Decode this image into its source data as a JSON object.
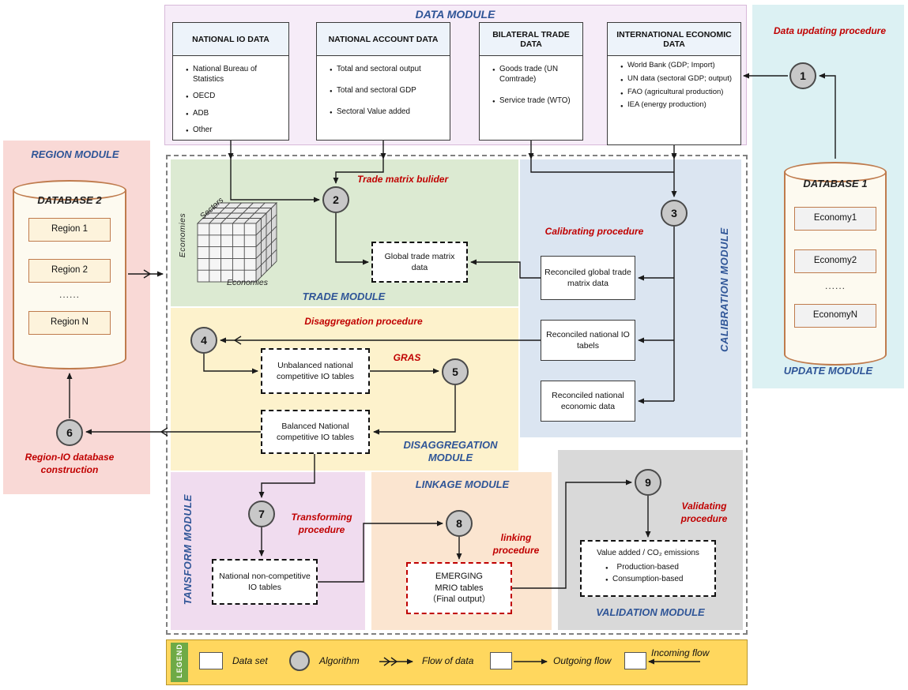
{
  "data_module": {
    "title": "DATA MODULE",
    "boxes": [
      {
        "title": "NATIONAL IO DATA",
        "items": [
          "National Bureau of Statistics",
          "OECD",
          "ADB",
          "Other"
        ]
      },
      {
        "title": "NATIONAL ACCOUNT DATA",
        "items": [
          "Total and sectoral output",
          "Total and sectoral GDP",
          "Sectoral Value added"
        ]
      },
      {
        "title": "BILATERAL TRADE DATA",
        "items": [
          "Goods trade (UN Comtrade)",
          "Service trade (WTO)"
        ]
      },
      {
        "title": "INTERNATIONAL ECONOMIC DATA",
        "items": [
          "World Bank  (GDP; Import)",
          "UN data (sectoral GDP; output)",
          "FAO (agricultural production)",
          "IEA  (energy production)"
        ]
      }
    ]
  },
  "update_module": {
    "title": "UPDATE MODULE",
    "procedure": "Data updating procedure",
    "step": "1",
    "database": {
      "title": "DATABASE 1",
      "items": [
        "Economy1",
        "Economy2",
        "......",
        "EconomyN"
      ]
    }
  },
  "region_module": {
    "title": "REGION MODULE",
    "step": "6",
    "procedure": "Region-IO database construction",
    "database": {
      "title": "DATABASE 2",
      "items": [
        "Region 1",
        "Region 2",
        "......",
        "Region N"
      ]
    }
  },
  "trade_module": {
    "title": "TRADE MODULE",
    "step": "2",
    "procedure": "Trade matrix bulider",
    "cube": {
      "axis_top": "Sectors",
      "axis_left": "Economies",
      "axis_bottom": "Economies"
    },
    "output_box": "Global trade matrix data"
  },
  "calibration_module": {
    "title": "CALIBRATION MODULE",
    "step": "3",
    "procedure": "Calibrating procedure",
    "boxes": [
      "Reconciled global trade matrix data",
      "Reconciled national IO tabels",
      "Reconciled national economic data"
    ]
  },
  "disaggregation_module": {
    "title": "DISAGGREGATION MODULE",
    "procedure": "Disaggregation procedure",
    "step_disaggregate": "4",
    "step_balance": "5",
    "algorithm_label": "GRAS",
    "unbalanced_box": "Unbalanced national competitive IO tables",
    "balanced_box": "Balanced National competitive IO tables"
  },
  "transform_module": {
    "title": "TANSFORM MODULE",
    "step": "7",
    "procedure": "Transforming procedure",
    "output_box": "National non-competitive IO tables"
  },
  "linkage_module": {
    "title": "LINKAGE MODULE",
    "step": "8",
    "procedure": "linking procedure",
    "final_box": {
      "line1": "EMERGING",
      "line2": "MRIO tables",
      "line3": "（Final output）"
    }
  },
  "validation_module": {
    "title": "VALIDATION MODULE",
    "step": "9",
    "procedure": "Validating procedure",
    "box": {
      "title": "Value added / CO₂ emissions",
      "items": [
        "Production-based",
        "Consumption-based"
      ]
    }
  },
  "legend": {
    "label": "LEGEND",
    "dataset": "Data set",
    "algorithm": "Algorithm",
    "flow": "Flow of data",
    "outgoing": "Outgoing flow",
    "incoming": "Incoming flow"
  },
  "colors": {
    "module_title_blue": "#2f5597",
    "procedure_red": "#c00000",
    "data_module_bg": "#f6ecf8",
    "update_module_bg": "#dcf1f3",
    "region_module_bg": "#f9d9d6",
    "trade_module_bg": "#dcead2",
    "calibration_module_bg": "#dbe5f1",
    "disaggregation_module_bg": "#fdf2cc",
    "transform_module_bg": "#f0dcef",
    "linkage_module_bg": "#fbe5d0",
    "validation_module_bg": "#d9d9d9",
    "legend_bg": "#ffd75e",
    "algorithm_circle_fill": "#c8c8c8",
    "final_output_border": "#c00000",
    "database_border": "#bf7b4d"
  }
}
